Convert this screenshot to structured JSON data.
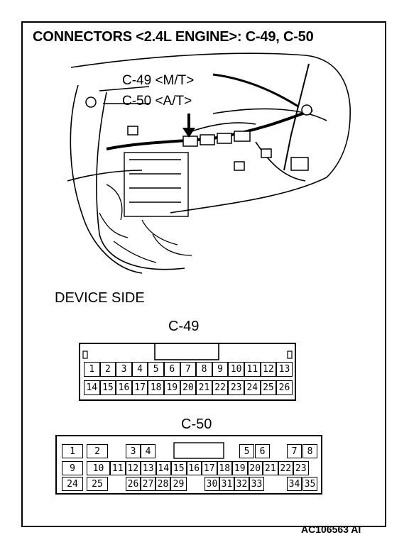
{
  "title": "CONNECTORS <2.4L ENGINE>: C-49, C-50",
  "callouts": {
    "c49": "C-49 <M/T>",
    "c50": "C-50 <A/T>"
  },
  "device_side": "DEVICE SIDE",
  "connectors": {
    "c49": {
      "label": "C-49",
      "row1": [
        "1",
        "2",
        "3",
        "4",
        "5",
        "6",
        "7",
        "8",
        "9",
        "10",
        "11",
        "12",
        "13"
      ],
      "row2": [
        "14",
        "15",
        "16",
        "17",
        "18",
        "19",
        "20",
        "21",
        "22",
        "23",
        "24",
        "25",
        "26"
      ]
    },
    "c50": {
      "label": "C-50",
      "row1": [
        "1",
        "2",
        "",
        "3",
        "4",
        "",
        "",
        "",
        "",
        "",
        "",
        "5",
        "6",
        "",
        "7",
        "8"
      ],
      "row2": [
        "9",
        "10",
        "11",
        "12",
        "13",
        "14",
        "15",
        "16",
        "17",
        "18",
        "19",
        "20",
        "21",
        "22",
        "23"
      ],
      "row3": [
        "24",
        "25",
        "",
        "26",
        "27",
        "28",
        "29",
        "",
        "30",
        "31",
        "32",
        "33",
        "",
        "34",
        "35"
      ]
    }
  },
  "figure_code": "AC106563 AI"
}
